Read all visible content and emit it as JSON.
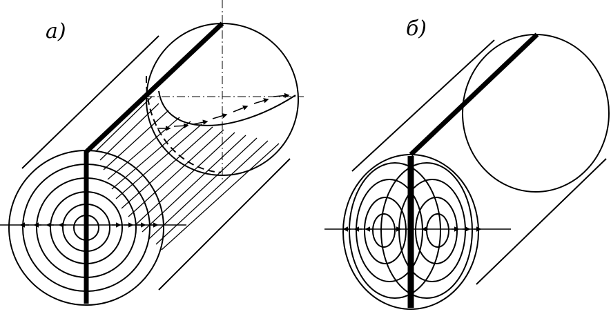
{
  "figures": [
    {
      "id": "a",
      "label": "а)"
    },
    {
      "id": "b",
      "label": "б)"
    }
  ],
  "colors": {
    "ink": "#000000",
    "paper": "#ffffff"
  }
}
